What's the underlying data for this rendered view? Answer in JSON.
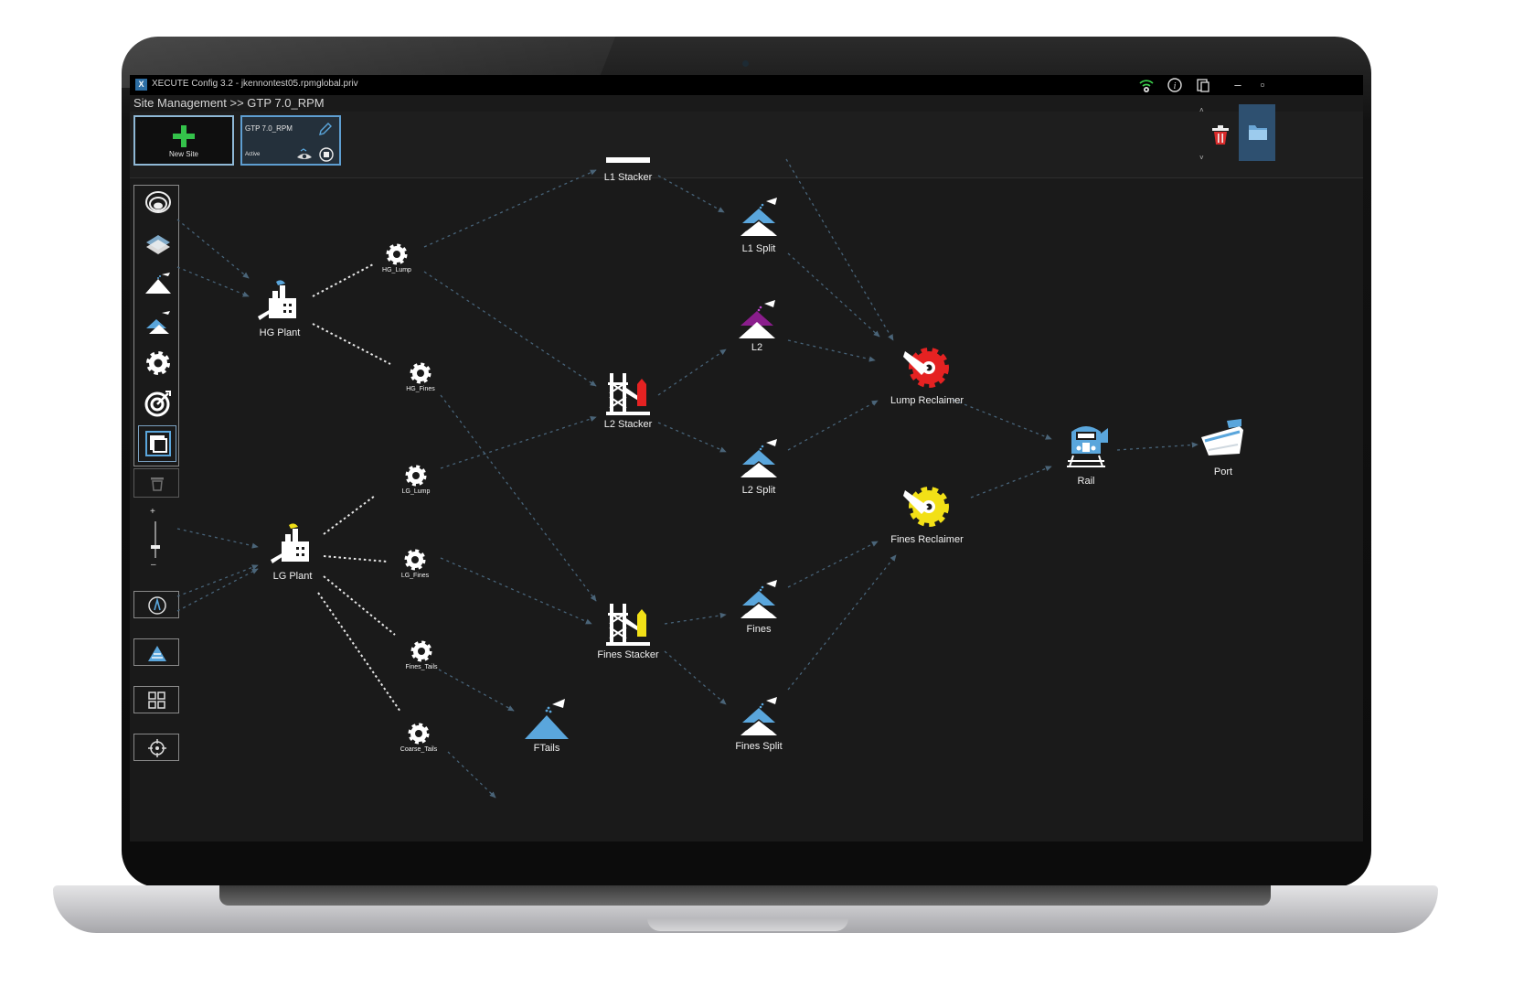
{
  "window": {
    "title": "XECUTE Config 3.2 - jkennontest05.rpmglobal.priv",
    "app_icon": "X",
    "minimize": "–",
    "restore": "▫"
  },
  "breadcrumb": "Site Management >> GTP 7.0_RPM",
  "site_bar": {
    "new_site_label": "New Site",
    "site": {
      "name": "GTP 7.0_RPM",
      "status": "Active"
    }
  },
  "colors": {
    "background": "#1a1a1a",
    "accent_blue": "#5aa6dc",
    "new_site_plus": "#34c24a",
    "lump_reclaimer": "#e52222",
    "fines_reclaimer": "#f2e017",
    "l2_stockpile": "#8a1d8c",
    "wifi": "#3bd14c",
    "trash_red": "#d92b2b"
  },
  "icons": {
    "wifi": "wifi-gear-icon",
    "info": "info-icon",
    "window": "window-icon",
    "plus": "plus-icon",
    "pencil": "pencil-icon",
    "stop": "stop-icon",
    "trash": "trash-icon",
    "folder": "folder-icon"
  },
  "toolbar": {
    "tools": [
      "source-icon",
      "layers-icon",
      "stockpile-icon",
      "split-stockpile-icon",
      "gear-icon",
      "target-icon",
      "frame-icon"
    ],
    "zoom_plus": "+",
    "zoom_minus": "–",
    "side_buttons": [
      "compass-icon",
      "pile-view-icon",
      "grid-icon",
      "crosshair-icon"
    ]
  },
  "graph": {
    "nodes": {
      "l1_stacker": "L1 Stacker",
      "l1_split": "L1 Split",
      "hg_lump": "HG_Lump",
      "hg_plant": "HG Plant",
      "l2": "L2",
      "hg_fines": "HG_Fines",
      "l2_stacker": "L2 Stacker",
      "lump_reclaimer": "Lump Reclaimer",
      "rail": "Rail",
      "port": "Port",
      "lg_lump": "LG_Lump",
      "l2_split": "L2 Split",
      "fines_reclaimer": "Fines Reclaimer",
      "lg_plant": "LG Plant",
      "lg_fines": "LG_Fines",
      "fines_stacker": "Fines Stacker",
      "fines": "Fines",
      "fines_tails": "Fines_Tails",
      "ftails": "FTails",
      "coarse_tails": "Coarse_Tails",
      "fines_split": "Fines Split"
    }
  }
}
